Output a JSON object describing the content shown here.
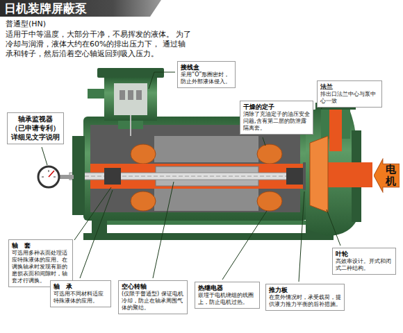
{
  "diagram": {
    "title": "日机装牌屏蔽泵",
    "nodes": [
      {
        "text": [
          "轴承监视器 （已申请专利） 详细见文字说明"
        ]
      },
      {
        "text": [
          "接线盒",
          "采用“O”形圈密封，防止外部液体侵入。"
        ]
      },
      {
        "text": [
          "干燥的定子",
          "消除了充油定子的油压安全问题,含有第二层的防泄露隔离套。"
        ]
      },
      {
        "text": [
          "法兰",
          "排出口法兰中心与泵中心一致"
        ]
      },
      {
        "text": [
          "电机"
        ]
      },
      {
        "text": [
          "轴　套",
          "可选用多种表面处理适应特殊液体的应用。在调换轴承时发现有新的磨损表面和间隙时，轴套才行调换。"
        ]
      },
      {
        "text": [
          "轴　承",
          "可选用不同材料适应特殊液体的应用。"
        ]
      },
      {
        "text": [
          "空心转轴",
          "(仅限于普通型) 保证电机冷却，防止在轴承周围气体的聚结。"
        ]
      },
      {
        "text": [
          "热继电器",
          "嵌埋于电机绕组的线圈上，防止电机过热。"
        ]
      },
      {
        "text": [
          "推力板",
          "在意外情况时，承受载荷，提供液力推力平衡的后补措施。"
        ]
      },
      {
        "text": [
          "叶轮",
          "高效率设计。开式和闭式二种结构。"
        ]
      }
    ],
    "labels": [
      "普通型(HN)",
      "适用于中等温度，大部分干净，不易挥发的液体。 为了冷却与润滑，液体大约在60%的排出压力下， 通过轴承和转子，然后沿着空心轴返回到吸入压力。"
    ]
  }
}
